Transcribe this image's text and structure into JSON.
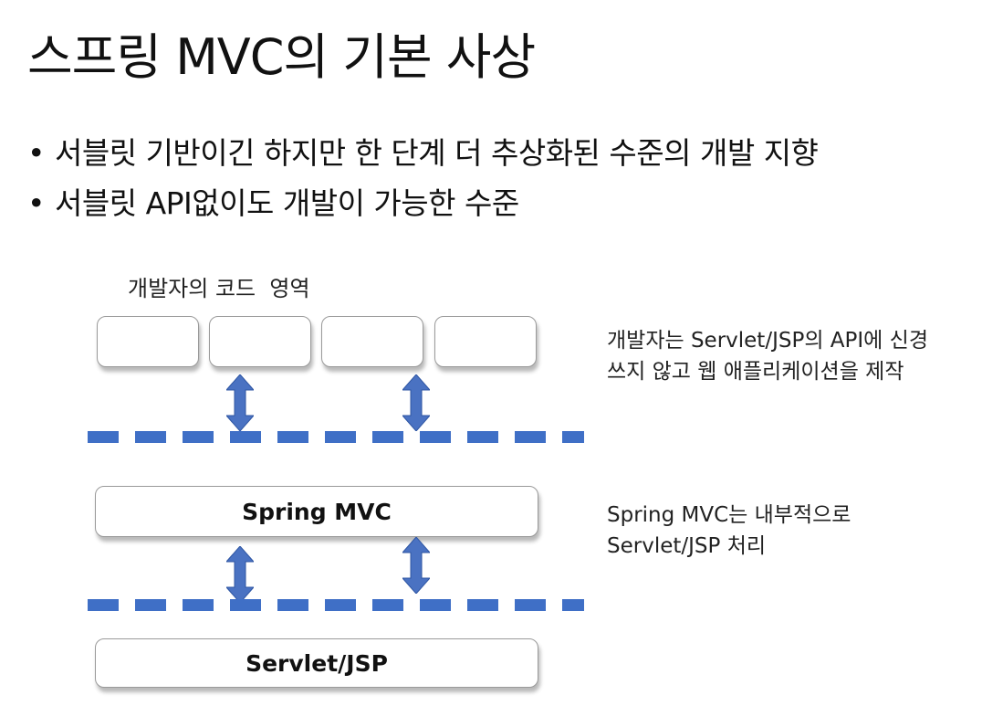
{
  "title": "스프링 MVC의 기본 사상",
  "bullets": [
    "서블릿 기반이긴 하지만 한 단계 더 추상화된 수준의 개발 지향",
    "서블릿 API없이도 개발이 가능한 수준"
  ],
  "diagram": {
    "developer_area_label": "개발자의 코드  영역",
    "middle_box_label": "Spring MVC",
    "bottom_box_label": "Servlet/JSP",
    "note_top": [
      "개발자는 Servlet/JSP의 API에 신경",
      "쓰지 않고 웹 애플리케이션을 제작"
    ],
    "note_middle": [
      "Spring MVC는 내부적으로",
      "Servlet/JSP 처리"
    ],
    "colors": {
      "dash": "#3f6fc6",
      "arrow": "#4a72c2",
      "box_border": "#9a9a9a"
    },
    "icons": [
      "double-arrow-icon"
    ]
  }
}
